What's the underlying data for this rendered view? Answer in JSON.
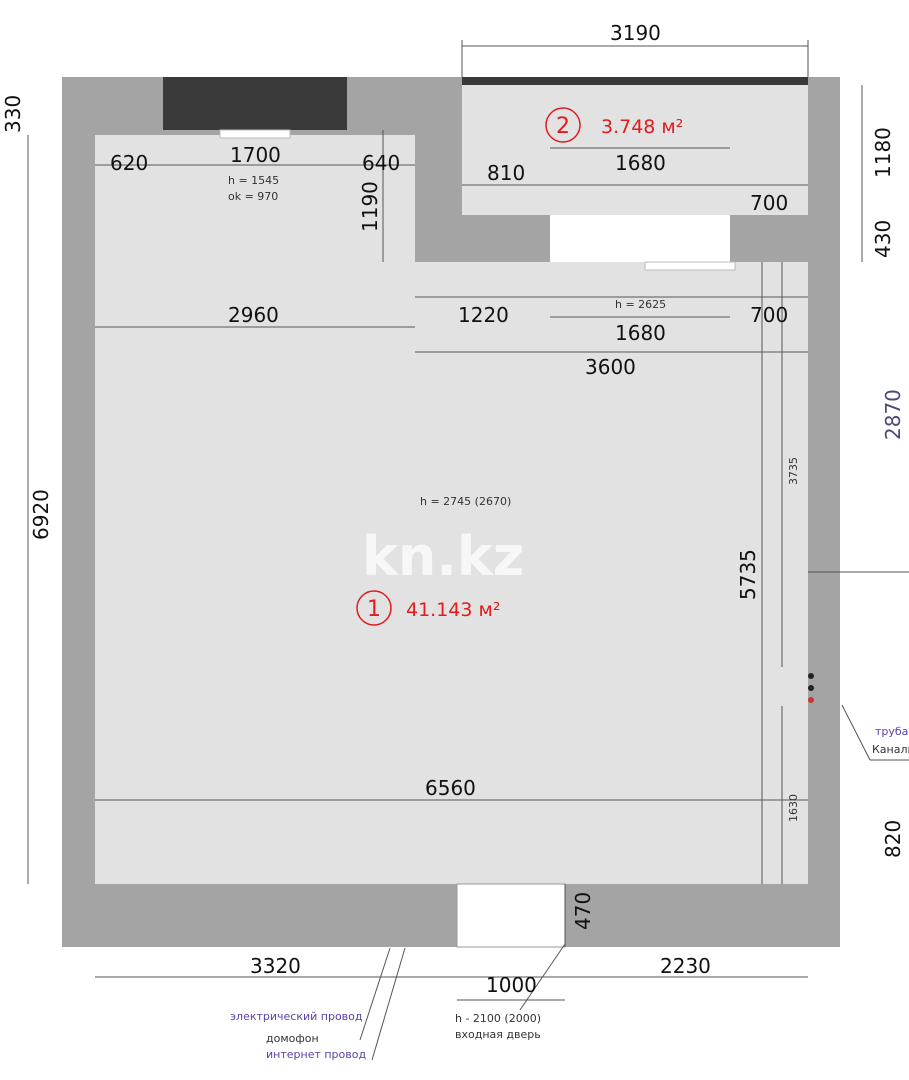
{
  "colors": {
    "wall": "#a4a4a4",
    "floor": "#e2e2e2",
    "window": "#3a3a3a",
    "area_label": "#e01c1c",
    "note_blue": "#5a3fa8"
  },
  "rooms": [
    {
      "number": "1",
      "area": "41.143 м²",
      "height": "h = 2745 (2670)"
    },
    {
      "number": "2",
      "area": "3.748 м²"
    }
  ],
  "dims": {
    "top_3190": "3190",
    "left_330": "330",
    "w_620": "620",
    "w_1700": "1700",
    "w_640": "640",
    "win_h": "h = 1545",
    "win_ok": "ok = 970",
    "v_1190": "1190",
    "w_810": "810",
    "w_1680a": "1680",
    "w_700a": "700",
    "v_1180": "1180",
    "v_430": "430",
    "w_2960": "2960",
    "w_1220": "1220",
    "open_h": "h = 2625",
    "w_1680b": "1680",
    "w_700b": "700",
    "w_3600": "3600",
    "v_2870": "2870",
    "v_3735": "3735",
    "v_5735": "5735",
    "v_6920": "6920",
    "w_6560": "6560",
    "v_1630": "1630",
    "v_820": "820",
    "v_470": "470",
    "w_3320": "3320",
    "w_1000": "1000",
    "w_2230": "2230"
  },
  "notes": {
    "electric": "электрический провод",
    "intercom": "домофон",
    "internet": "интернет провод",
    "door_h": "h - 2100 (2000)",
    "door": "входная дверь",
    "pipe": "труба",
    "sewer": "Канали"
  },
  "watermark": "kn.kz"
}
